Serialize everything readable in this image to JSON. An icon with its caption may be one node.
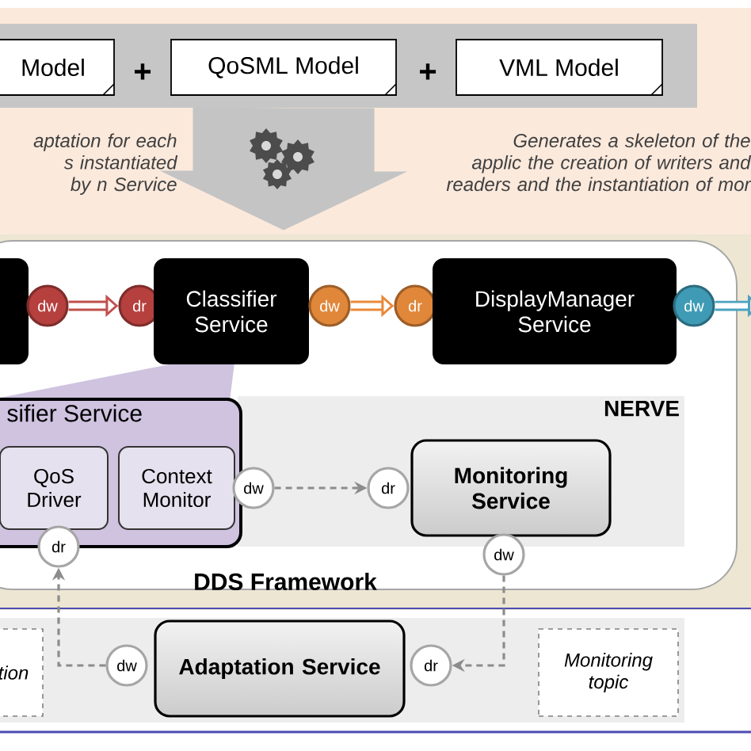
{
  "diagram": {
    "nodes": [
      {
        "text": [
          "Model"
        ]
      },
      {
        "text": [
          "QoSML Model"
        ]
      },
      {
        "text": [
          "VML Model"
        ]
      },
      {
        "text": [],
        "shape": "box"
      },
      {
        "text": [
          "dw"
        ]
      },
      {
        "text": [
          "dr"
        ]
      },
      {
        "text": [
          "Classifier Service"
        ]
      },
      {
        "text": [
          "dw"
        ]
      },
      {
        "text": [
          "dr"
        ]
      },
      {
        "text": [
          "DisplayManager Service"
        ]
      },
      {
        "text": [
          "dw"
        ]
      },
      {
        "text": [
          "NERVE"
        ]
      },
      {
        "text": [
          "sifier Service"
        ]
      },
      {
        "text": [
          "QoS Driver"
        ],
        "in": 12
      },
      {
        "text": [
          "Context Monitor"
        ],
        "in": 12
      },
      {
        "text": [
          "dw"
        ]
      },
      {
        "text": [
          "dr"
        ],
        "in": 11
      },
      {
        "text": [
          "Monitoring Service"
        ],
        "in": 11
      },
      {
        "text": [
          "dr"
        ]
      },
      {
        "text": [
          "dw"
        ]
      },
      {
        "text": [
          "tion"
        ]
      },
      {
        "text": [
          "dw"
        ]
      },
      {
        "text": [
          "Adaptation Service"
        ]
      },
      {
        "text": [
          "dr"
        ]
      },
      {
        "text": [
          "Monitoring topic"
        ]
      }
    ],
    "edges": [
      {
        "from": 1,
        "to": null,
        "arrow": "to",
        "style": "thick",
        "color": "#c4c4c4"
      },
      {
        "from": 4,
        "to": 5,
        "arrow": "to",
        "style": "thick",
        "color": "#c0504d"
      },
      {
        "from": 7,
        "to": 8,
        "arrow": "to",
        "style": "thick",
        "color": "#e8893a"
      },
      {
        "from": 10,
        "to": null,
        "arrow": "to",
        "style": "thick",
        "color": "#4aa3c0"
      },
      {
        "from": 15,
        "to": 16,
        "arrow": "to",
        "style": "dashed",
        "color": "#8c8c8c"
      },
      {
        "from": 21,
        "to": 18,
        "arrow": "to",
        "style": "dashed",
        "color": "#8c8c8c"
      },
      {
        "from": 19,
        "to": 23,
        "arrow": "to",
        "style": "dashed",
        "color": "#8c8c8c"
      }
    ],
    "labels": [
      "+",
      "+",
      "aptation for each s instantiated by n Service",
      "Generates a skeleton of the applic the creation of writers and readers and the instantiation of mor",
      "DDS Framework"
    ]
  }
}
